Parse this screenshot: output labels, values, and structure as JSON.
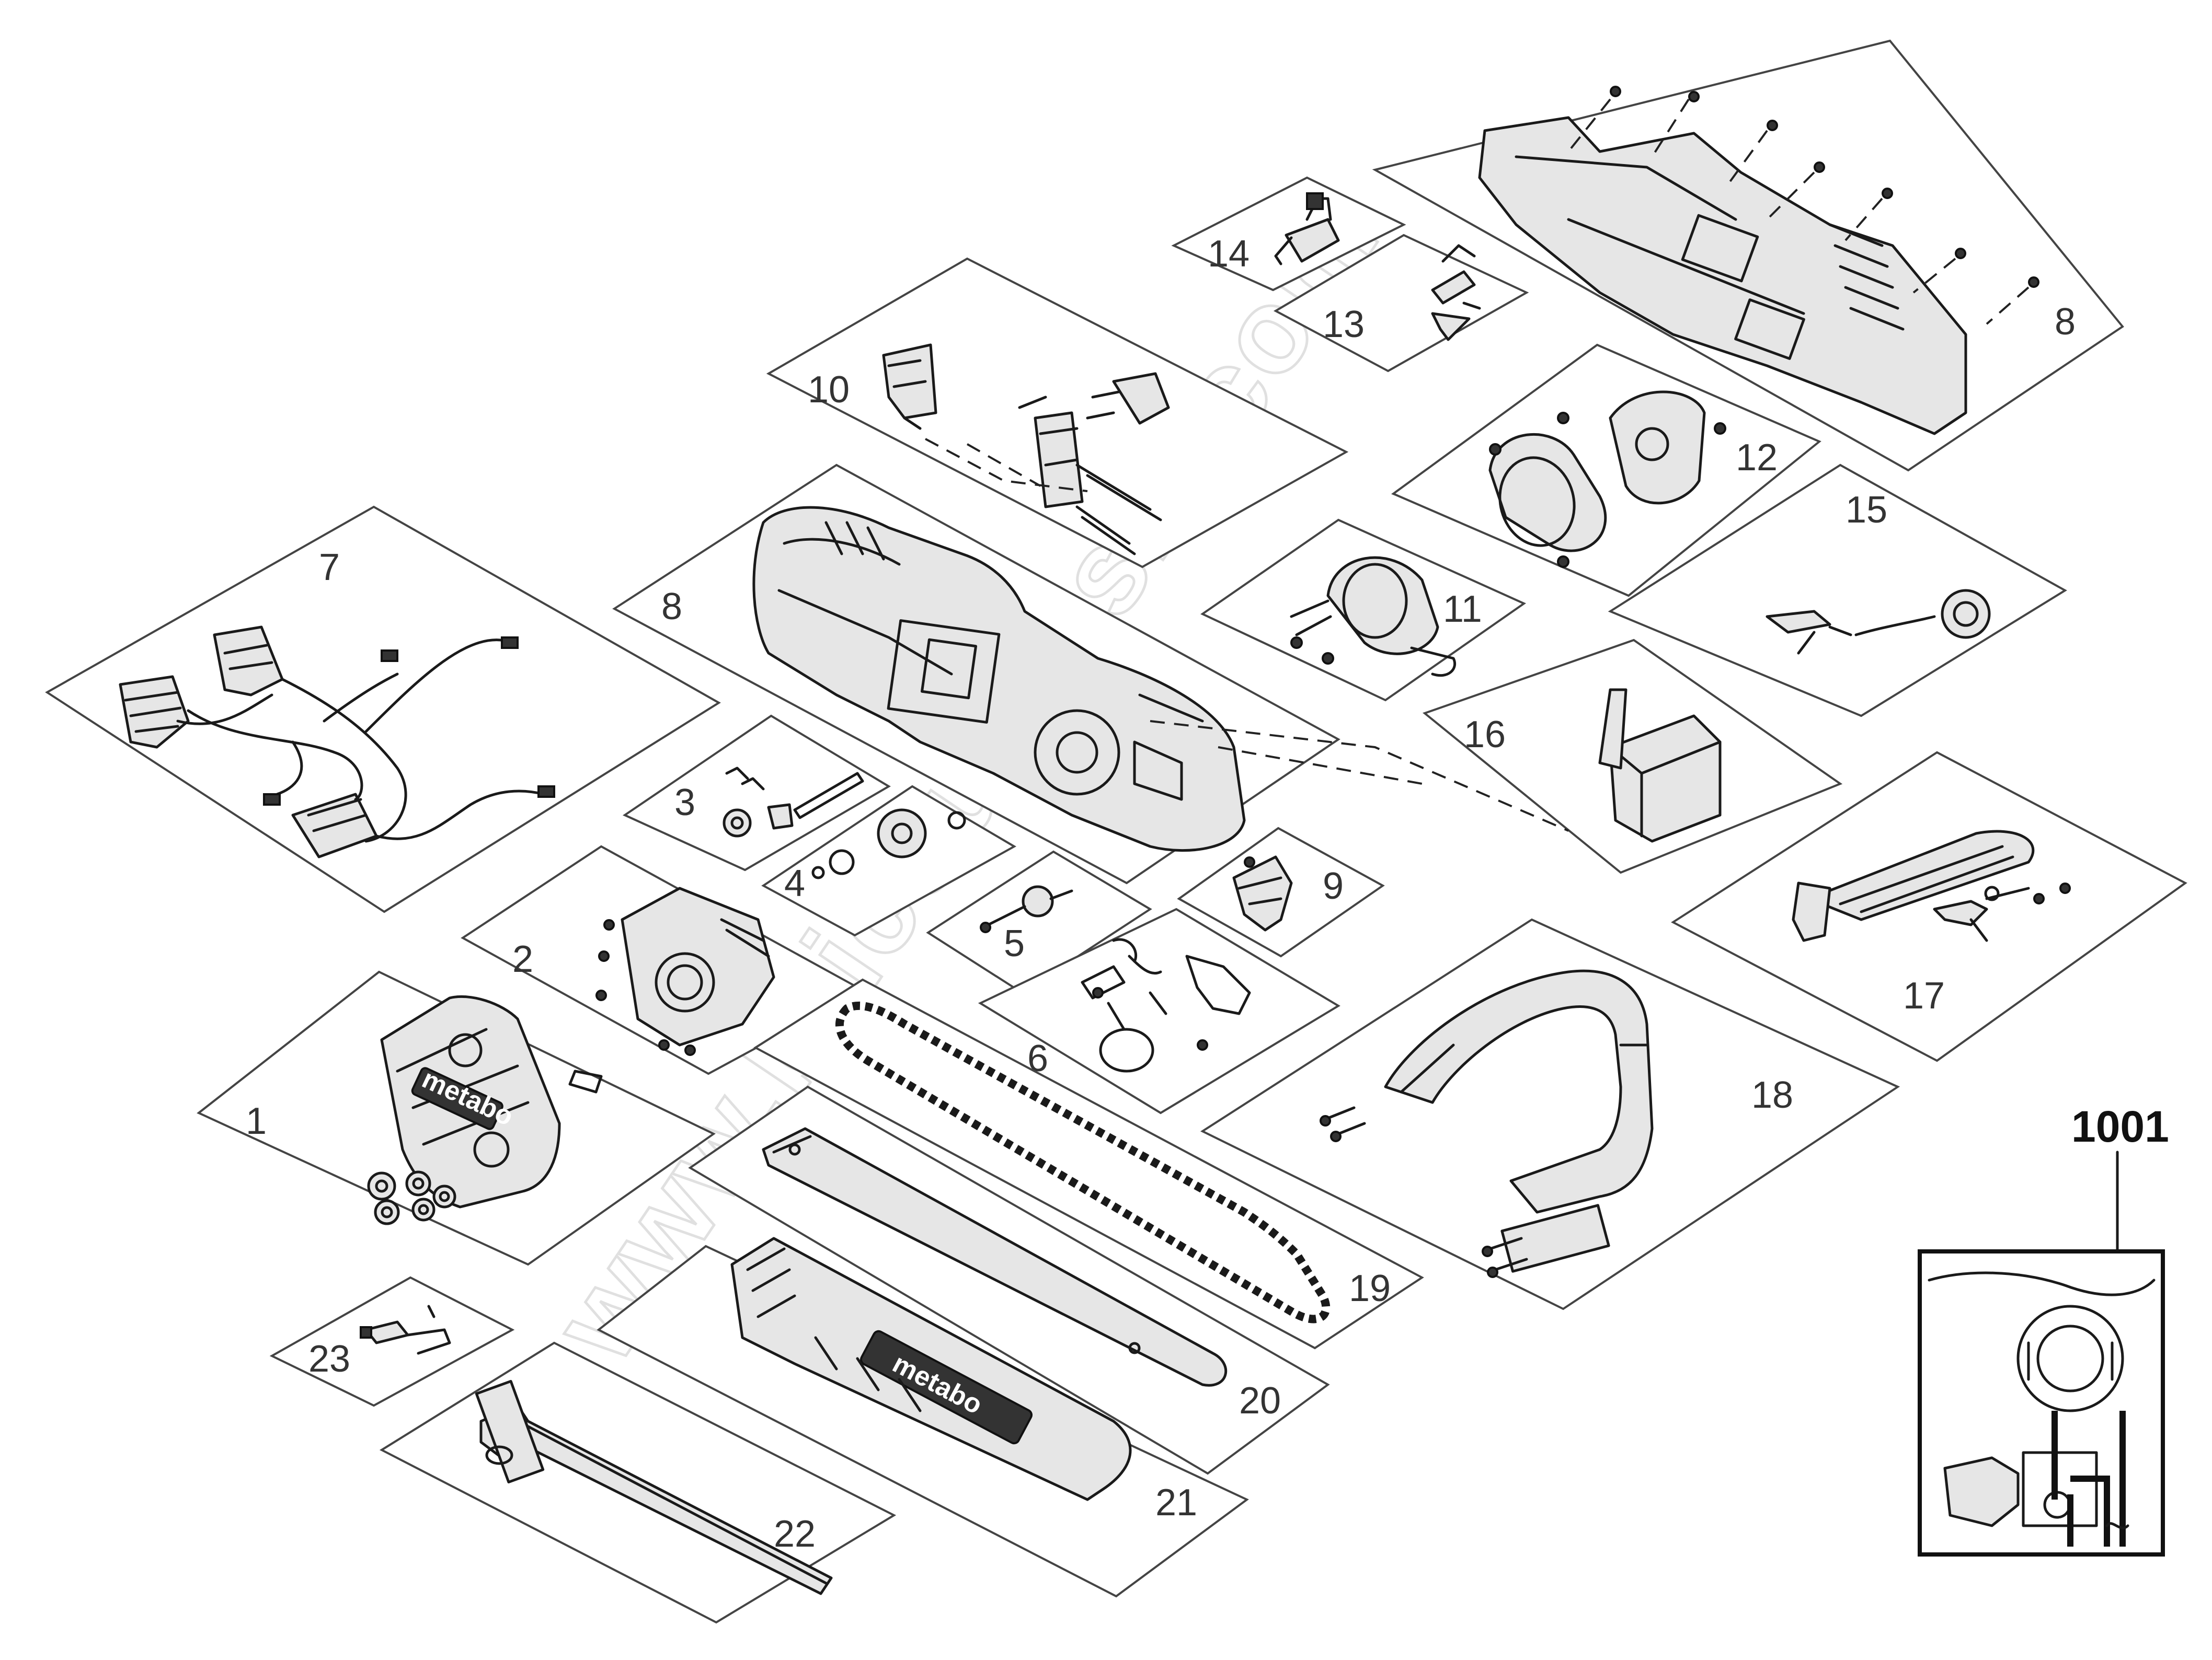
{
  "callouts": {
    "p1": "1",
    "p2": "2",
    "p3": "3",
    "p4": "4",
    "p5": "5",
    "p6": "6",
    "p7": "7",
    "p8a": "8",
    "p8b": "8",
    "p9": "9",
    "p10": "10",
    "p11": "11",
    "p12": "12",
    "p13": "13",
    "p14": "14",
    "p15": "15",
    "p16": "16",
    "p17": "17",
    "p18": "18",
    "p19": "19",
    "p20": "20",
    "p21": "21",
    "p22": "22",
    "p23": "23"
  },
  "inset": {
    "label": "1001"
  },
  "watermark": "www.bricoutensili.com",
  "brand": "metabo"
}
